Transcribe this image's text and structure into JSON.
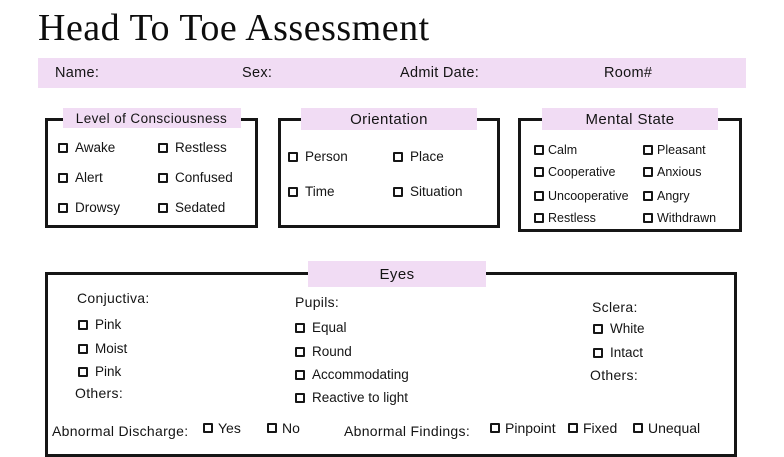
{
  "page": {
    "title": "Head To Toe Assessment"
  },
  "patient_bar": {
    "fields": [
      {
        "label": "Name:"
      },
      {
        "label": "Sex:"
      },
      {
        "label": "Admit Date:"
      },
      {
        "label": "Room#"
      }
    ]
  },
  "sections": {
    "level_of_consciousness": {
      "title": "Level of Consciousness",
      "col1": [
        "Awake",
        "Alert",
        "Drowsy"
      ],
      "col2": [
        "Restless",
        "Confused",
        "Sedated"
      ]
    },
    "orientation": {
      "title": "Orientation",
      "col1": [
        "Person",
        "Time"
      ],
      "col2": [
        "Place",
        "Situation"
      ]
    },
    "mental_state": {
      "title": "Mental State",
      "col1": [
        "Calm",
        "Cooperative",
        "Uncooperative",
        "Restless"
      ],
      "col2": [
        "Pleasant",
        "Anxious",
        "Angry",
        "Withdrawn"
      ]
    },
    "eyes": {
      "title": "Eyes",
      "conjuctiva": {
        "label": "Conjuctiva:",
        "items": [
          "Pink",
          "Moist",
          "Pink"
        ],
        "others": "Others:"
      },
      "pupils": {
        "label": "Pupils:",
        "items": [
          "Equal",
          "Round",
          "Accommodating",
          "Reactive to light"
        ]
      },
      "sclera": {
        "label": "Sclera:",
        "items": [
          "White",
          "Intact"
        ],
        "others": "Others:"
      },
      "abnormal_discharge": {
        "label": "Abnormal Discharge:",
        "options": [
          "Yes",
          "No"
        ]
      },
      "abnormal_findings": {
        "label": "Abnormal Findings:",
        "options": [
          "Pinpoint",
          "Fixed",
          "Unequal"
        ]
      }
    }
  },
  "colors": {
    "accent": "#f1dcf4",
    "ink": "#141414"
  }
}
